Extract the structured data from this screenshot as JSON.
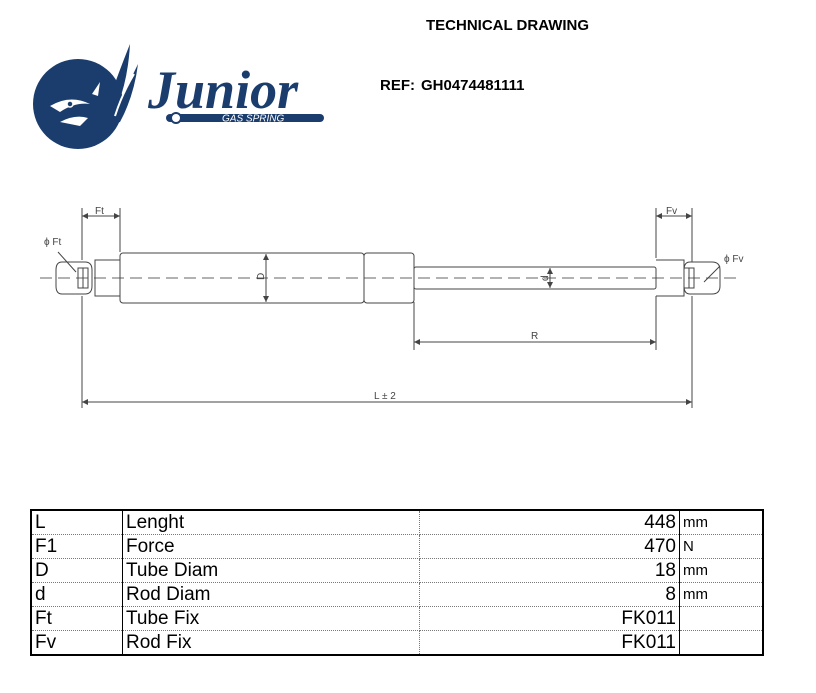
{
  "header": {
    "title": "TECHNICAL DRAWING",
    "ref_label": "REF:",
    "ref_value": "GH0474481111"
  },
  "logo": {
    "brand": "Junior",
    "tagline": "GAS SPRING",
    "color": "#1a3d6e"
  },
  "drawing": {
    "labels": {
      "ft": "Ft",
      "fv": "Fv",
      "phi_ft": "ϕ Ft",
      "phi_fv": "ϕ Fv",
      "d_tube": "D",
      "d_rod": "d",
      "r": "R",
      "l": "L ± 2"
    }
  },
  "specs": {
    "rows": [
      {
        "symbol": "L",
        "name": "Lenght",
        "value": "448",
        "unit": "mm"
      },
      {
        "symbol": "F1",
        "name": "Force",
        "value": "470",
        "unit": "N"
      },
      {
        "symbol": "D",
        "name": "Tube Diam",
        "value": "18",
        "unit": "mm"
      },
      {
        "symbol": "d",
        "name": "Rod Diam",
        "value": "8",
        "unit": "mm"
      },
      {
        "symbol": "Ft",
        "name": "Tube Fix",
        "value": "FK011",
        "unit": ""
      },
      {
        "symbol": "Fv",
        "name": "Rod Fix",
        "value": "FK011",
        "unit": ""
      }
    ]
  }
}
